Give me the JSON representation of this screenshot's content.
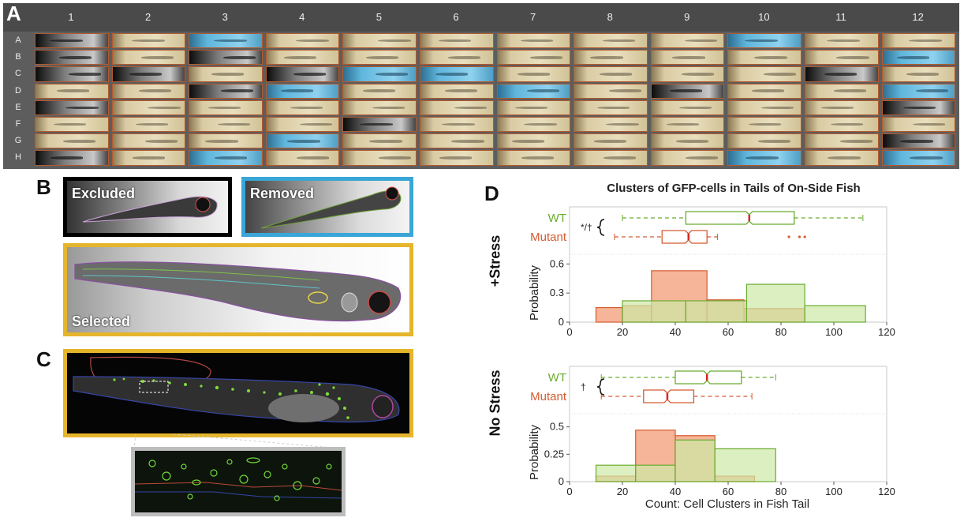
{
  "panel_labels": {
    "a": "A",
    "b": "B",
    "c": "C",
    "d": "D"
  },
  "plate": {
    "columns": [
      "1",
      "2",
      "3",
      "4",
      "5",
      "6",
      "7",
      "8",
      "9",
      "10",
      "11",
      "12"
    ],
    "rows": [
      "A",
      "B",
      "C",
      "D",
      "E",
      "F",
      "G",
      "H"
    ],
    "wells": [
      [
        "dark",
        "beige",
        "blue",
        "beige",
        "beige",
        "beige",
        "beige",
        "beige",
        "beige",
        "blue",
        "beige",
        "beige"
      ],
      [
        "dark",
        "beige",
        "dark",
        "beige",
        "beige",
        "beige",
        "beige",
        "beige",
        "beige",
        "beige",
        "beige",
        "blue"
      ],
      [
        "dark",
        "dark",
        "beige",
        "dark",
        "blue",
        "blue",
        "beige",
        "beige",
        "beige",
        "beige",
        "dark",
        "beige"
      ],
      [
        "beige",
        "beige",
        "dark",
        "blue",
        "beige",
        "beige",
        "blue",
        "beige",
        "dark",
        "beige",
        "beige",
        "blue"
      ],
      [
        "dark",
        "beige",
        "beige",
        "beige",
        "beige",
        "beige",
        "beige",
        "beige",
        "beige",
        "beige",
        "beige",
        "dark"
      ],
      [
        "beige",
        "beige",
        "beige",
        "beige",
        "dark",
        "beige",
        "beige",
        "beige",
        "beige",
        "beige",
        "beige",
        "beige"
      ],
      [
        "beige",
        "beige",
        "beige",
        "blue",
        "beige",
        "beige",
        "beige",
        "beige",
        "beige",
        "beige",
        "beige",
        "dark"
      ],
      [
        "dark",
        "beige",
        "blue",
        "beige",
        "beige",
        "beige",
        "beige",
        "beige",
        "beige",
        "blue",
        "beige",
        "blue"
      ]
    ],
    "colors": {
      "excluded": "#000000",
      "removed": "#3aa6d8",
      "selected": "#e5b52b"
    }
  },
  "panel_b": {
    "excluded_label": "Excluded",
    "removed_label": "Removed",
    "selected_label": "Selected"
  },
  "panel_d": {
    "title": "Clusters of GFP-cells in Tails of On-Side Fish",
    "shared_xlabel": "Count: Cell Clusters in Fish Tail",
    "colors": {
      "wt": "#6aac2f",
      "mutant": "#d45b30",
      "wt_fill": "#cde8a6",
      "mutant_fill": "#f4a886",
      "overlap_fill": "#b8a85a"
    },
    "plots": [
      {
        "row_label": "+Stress",
        "sig_label": "*/†",
        "wt_label": "WT",
        "mutant_label": "Mutant",
        "ylabel": "Probability",
        "yticks": [
          "0",
          "0.3",
          "0.6"
        ],
        "ytick_values": [
          0,
          0.3,
          0.6
        ],
        "ymax": 0.7,
        "xticks": [
          "0",
          "20",
          "40",
          "60",
          "80",
          "100",
          "120"
        ],
        "xtick_values": [
          0,
          20,
          40,
          60,
          80,
          100,
          120
        ],
        "chart_data": {
          "type": "bar",
          "xlim": [
            0,
            120
          ],
          "series": [
            {
              "name": "Mutant",
              "bins": [
                [
                  10,
                  20,
                  0.15
                ],
                [
                  20,
                  31,
                  0.17
                ],
                [
                  31,
                  52,
                  0.53
                ],
                [
                  52,
                  66,
                  0.23
                ],
                [
                  66,
                  89,
                  0.14
                ]
              ]
            },
            {
              "name": "WT",
              "bins": [
                [
                  20,
                  44,
                  0.22
                ],
                [
                  44,
                  67,
                  0.22
                ],
                [
                  67,
                  89,
                  0.39
                ],
                [
                  89,
                  112,
                  0.17
                ]
              ]
            }
          ],
          "box": [
            {
              "name": "WT",
              "whisker_low": 20,
              "q1": 44,
              "median": 68,
              "q3": 85,
              "whisker_high": 111,
              "outliers": []
            },
            {
              "name": "Mutant",
              "whisker_low": 17,
              "q1": 35,
              "median": 45,
              "q3": 52,
              "whisker_high": 56,
              "outliers": [
                83,
                87,
                89
              ]
            }
          ]
        }
      },
      {
        "row_label": "No Stress",
        "sig_label": "†",
        "wt_label": "WT",
        "mutant_label": "Mutant",
        "ylabel": "Probability",
        "yticks": [
          "0",
          "0.25",
          "0.5"
        ],
        "ytick_values": [
          0,
          0.25,
          0.5
        ],
        "ymax": 0.62,
        "xticks": [
          "0",
          "20",
          "40",
          "60",
          "80",
          "100",
          "120"
        ],
        "xtick_values": [
          0,
          20,
          40,
          60,
          80,
          100,
          120
        ],
        "chart_data": {
          "type": "bar",
          "xlim": [
            0,
            120
          ],
          "series": [
            {
              "name": "Mutant",
              "bins": [
                [
                  10,
                  25,
                  0.05
                ],
                [
                  25,
                  40,
                  0.47
                ],
                [
                  40,
                  55,
                  0.42
                ],
                [
                  55,
                  70,
                  0.05
                ]
              ]
            },
            {
              "name": "WT",
              "bins": [
                [
                  10,
                  25,
                  0.15
                ],
                [
                  25,
                  40,
                  0.15
                ],
                [
                  40,
                  55,
                  0.38
                ],
                [
                  55,
                  78,
                  0.3
                ]
              ]
            }
          ],
          "box": [
            {
              "name": "WT",
              "whisker_low": 12,
              "q1": 40,
              "median": 52,
              "q3": 65,
              "whisker_high": 78,
              "outliers": []
            },
            {
              "name": "Mutant",
              "whisker_low": 12,
              "q1": 28,
              "median": 37,
              "q3": 47,
              "whisker_high": 69,
              "outliers": []
            }
          ]
        }
      }
    ]
  }
}
